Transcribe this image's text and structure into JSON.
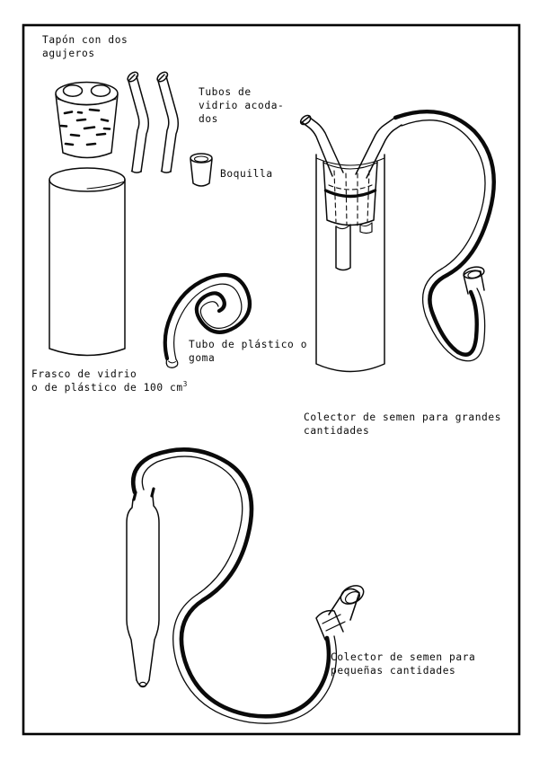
{
  "figure": {
    "kind": "technical-line-drawing",
    "language": "es",
    "border_color": "#000000",
    "ink_color": "#0a0a0a",
    "background_color": "#ffffff",
    "labels": {
      "stopper": {
        "line1": "Tapón con dos",
        "line2": "agujeros"
      },
      "bent_tubes": {
        "line1": "Tubos de",
        "line2": "vidrio acoda-",
        "line3": "dos"
      },
      "mouthpiece": {
        "line1": "Boquilla"
      },
      "flask": {
        "line1": "Frasco de vidrio",
        "line2_pre": "o de plástico de 100 cm",
        "line2_sup": "3"
      },
      "hose": {
        "line1": "Tubo de plástico o",
        "line2": "goma"
      },
      "large_collector": {
        "line1": "Colector de semen para grandes",
        "line2": "cantidades"
      },
      "small_collector": {
        "line1": "Colector de semen para",
        "line2": "pequeñas cantidades"
      }
    },
    "parts": [
      {
        "name": "two-hole-stopper",
        "shape": "tapered-cylinder-with-two-holes"
      },
      {
        "name": "bent-glass-tubes",
        "shape": "two-elbow-tubes",
        "count": 2
      },
      {
        "name": "mouthpiece",
        "shape": "small-collar-cylinder"
      },
      {
        "name": "glass-flask",
        "shape": "tall-cylinder",
        "capacity": "100 cm3"
      },
      {
        "name": "coiled-hose",
        "shape": "spiral-coil-with-tail"
      },
      {
        "name": "large-collector-assembly",
        "shape": "flask-with-stopper-and-s-hose"
      },
      {
        "name": "small-collector-assembly",
        "shape": "tapered-tube-with-s-hose"
      }
    ]
  }
}
